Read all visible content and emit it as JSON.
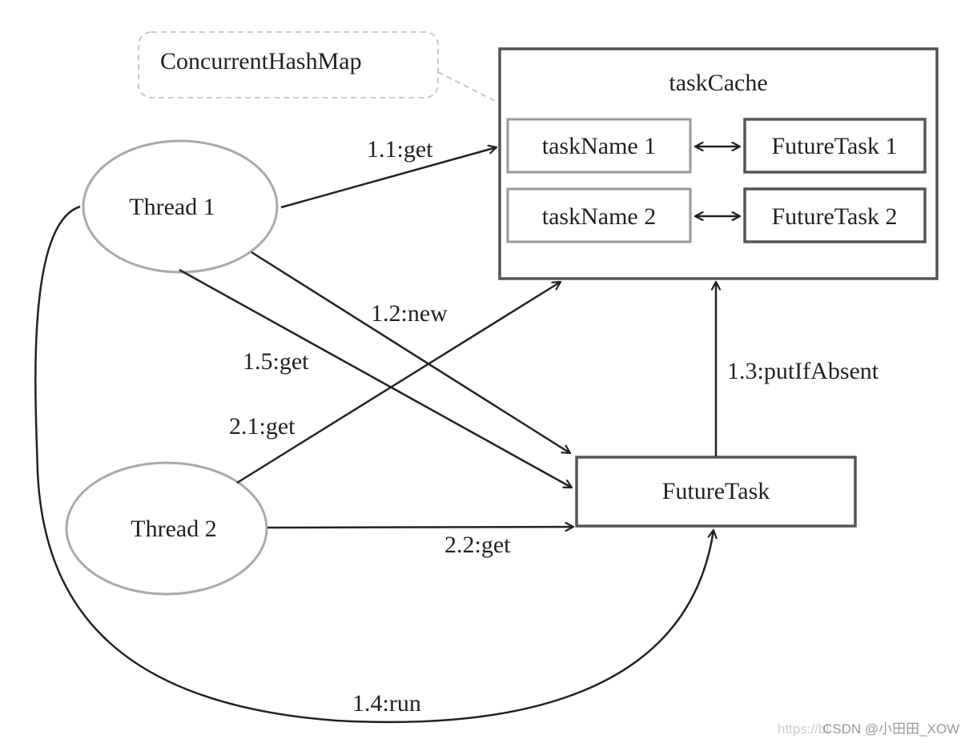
{
  "callout": {
    "label": "ConcurrentHashMap"
  },
  "task_cache": {
    "title": "taskCache",
    "rows": [
      {
        "key": "taskName 1",
        "value": "FutureTask 1"
      },
      {
        "key": "taskName 2",
        "value": "FutureTask 2"
      }
    ]
  },
  "nodes": {
    "thread1": "Thread 1",
    "thread2": "Thread 2",
    "future_task": "FutureTask"
  },
  "edges": {
    "e11": "1.1:get",
    "e12": "1.2:new",
    "e13": "1.3:putIfAbsent",
    "e14": "1.4:run",
    "e15": "1.5:get",
    "e21": "2.1:get",
    "e22": "2.2:get"
  },
  "watermark": {
    "faint": "https://bl",
    "main": "CSDN @小田田_XOW"
  },
  "colors": {
    "line": "#222222",
    "dark_border": "#555555",
    "light_border": "#999999",
    "dashed": "#bbbbbb",
    "ellipse_border": "#aaaaaa"
  }
}
